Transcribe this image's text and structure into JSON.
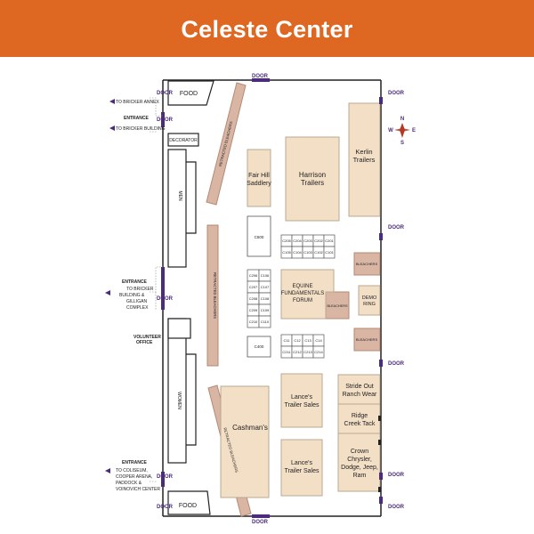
{
  "title": "Celeste Center",
  "colors": {
    "header": "#de6722",
    "booth": "#f3dfc6",
    "bleachers": "#d9b5a4",
    "door": "#4b2c7c",
    "wall": "#222222",
    "compass": "#b33a25"
  },
  "doors": {
    "top": "DOOR",
    "bottom": "DOOR",
    "right": [
      "DOOR",
      "DOOR",
      "DOOR",
      "DOOR",
      "DOOR"
    ],
    "left": [
      "DOOR",
      "DOOR",
      "DOOR",
      "DOOR",
      "DOOR"
    ]
  },
  "entrances": {
    "upper": {
      "label": "ENTRANCE",
      "to_annex": "TO BRICKER ANNEX",
      "to_building": "TO BRICKER BUILDING"
    },
    "middle": {
      "label": "ENTRANCE",
      "lines": [
        "TO BRICKER",
        "BUILDING &",
        "GILLIGAN",
        "COMPLEX"
      ]
    },
    "lower": {
      "label": "ENTRANCE",
      "lines": [
        "TO COLISEUM,",
        "COOPER ARENA,",
        "PADDOCK &",
        "VOINOVICH CENTER"
      ]
    }
  },
  "volunteer_office": [
    "VOLUNTEER",
    "OFFICE"
  ],
  "rooms": {
    "food_top": "FOOD",
    "food_bottom": "FOOD",
    "decorator": "DECORATOR",
    "men": "MEN",
    "women": "WOMEN"
  },
  "bleachers": {
    "retracted_top": "RETRACTED BLEACHERS",
    "retracted_middle": "RETRACTED BLEACHERS",
    "retracted_bottom": "RETRACTED BLEACHERS",
    "right_upper": "BLEACHERS",
    "right_lower": "BLEACHERS",
    "forum": "BLEACHERS"
  },
  "vendors": {
    "fair_hill": [
      "Fair Hill",
      "Saddlery"
    ],
    "harrison": [
      "Harrison",
      "Trailers"
    ],
    "kerlin": [
      "Kerlin",
      "Trailers"
    ],
    "forum": [
      "EQUINE",
      "FUNDAMENTALS",
      "FORUM"
    ],
    "demo_ring": [
      "DEMO",
      "RING"
    ],
    "cashmans": [
      "Cashman's"
    ],
    "lances_upper": [
      "Lance's",
      "Trailer Sales"
    ],
    "lances_lower": [
      "Lance's",
      "Trailer Sales"
    ],
    "stride_out": [
      "Stride Out",
      "Ranch Wear"
    ],
    "ridge_creek": [
      "Ridge",
      "Creek Tack"
    ],
    "crown": [
      "Crown",
      "Chrysler,",
      "Dodge, Jeep,",
      "Ram"
    ]
  },
  "booths": {
    "c500": "C500",
    "c400": "C400",
    "left_column": [
      "C206",
      "C207",
      "C208",
      "C209",
      "C210"
    ],
    "right_column": [
      "C106",
      "C107",
      "C108",
      "C109",
      "C110"
    ],
    "grid_top_row1": [
      "C205",
      "C204",
      "C203",
      "C202",
      "C201"
    ],
    "grid_top_row2": [
      "C105",
      "C104",
      "C103",
      "C102",
      "C101"
    ],
    "grid_bottom_row1": [
      "C11",
      "C12",
      "C13",
      "C14"
    ],
    "grid_bottom_row2": [
      "C211",
      "C212",
      "C213",
      "C214"
    ]
  },
  "compass": {
    "n": "N",
    "s": "S",
    "e": "E",
    "w": "W"
  }
}
